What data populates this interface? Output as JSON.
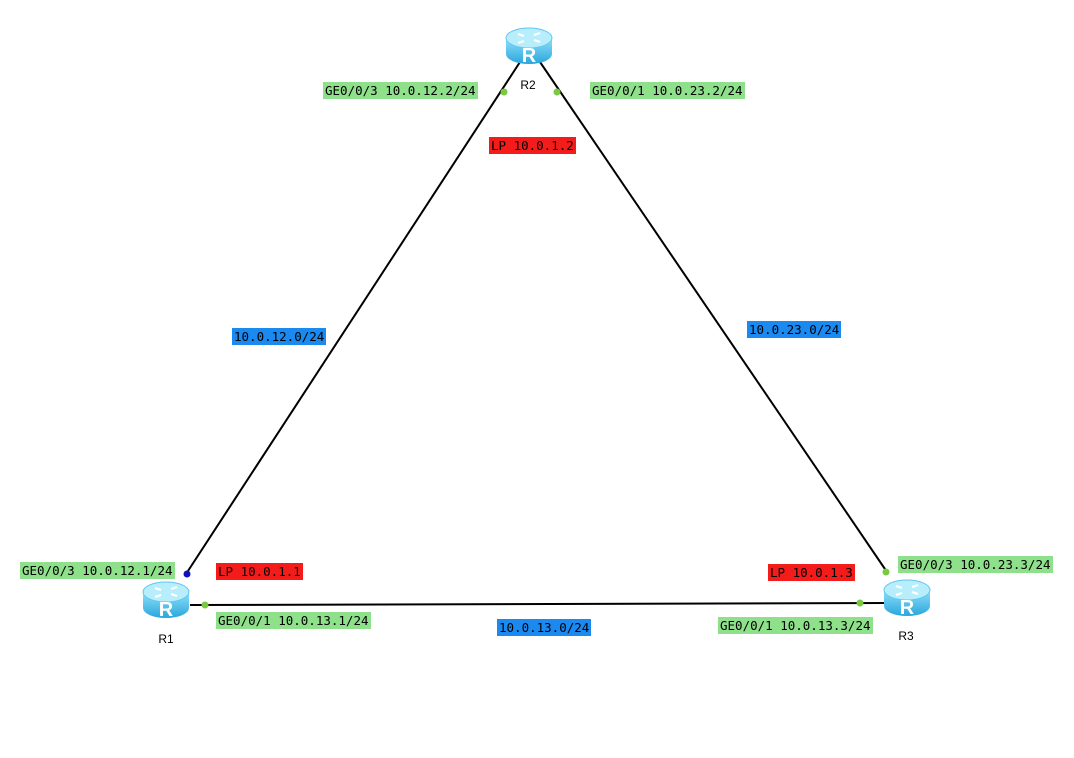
{
  "routers": [
    {
      "name": "R1",
      "loopback": "LP 10.0.1.1"
    },
    {
      "name": "R2",
      "loopback": "LP 10.0.1.2"
    },
    {
      "name": "R3",
      "loopback": "LP 10.0.1.3"
    }
  ],
  "interfaces": {
    "r1_ge003": "GE0/0/3 10.0.12.1/24",
    "r1_ge001": "GE0/0/1 10.0.13.1/24",
    "r2_ge003": "GE0/0/3 10.0.12.2/24",
    "r2_ge001": "GE0/0/1 10.0.23.2/24",
    "r3_ge003": "GE0/0/3 10.0.23.3/24",
    "r3_ge001": "GE0/0/1 10.0.13.3/24"
  },
  "subnets": {
    "r1_r2": "10.0.12.0/24",
    "r2_r3": "10.0.23.0/24",
    "r1_r3": "10.0.13.0/24"
  },
  "colors": {
    "interface_label": "#8ee08a",
    "subnet_label": "#1a8af0",
    "loopback_label": "#f41b1b",
    "port_green": "#7ac943",
    "port_blue": "#1010c0",
    "router_body": "#5ec8f0"
  },
  "icons": {
    "router": "router-icon"
  }
}
